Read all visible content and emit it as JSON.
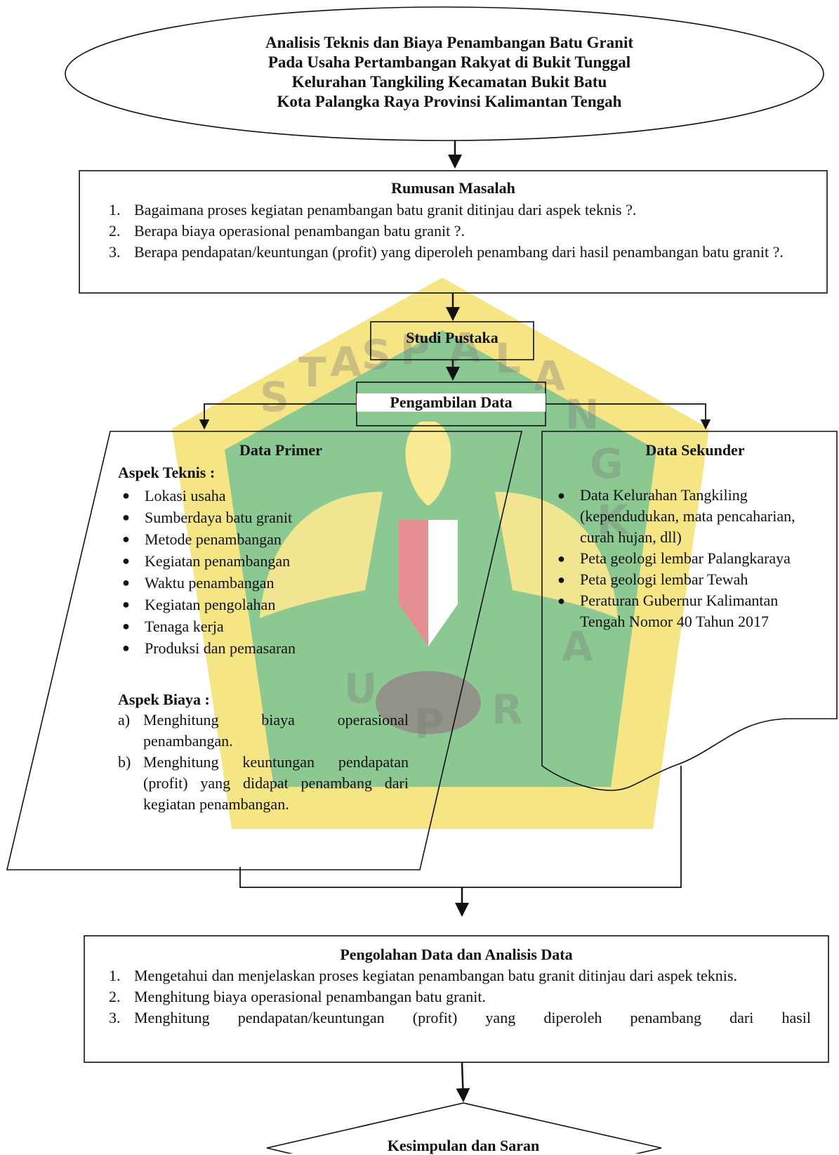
{
  "title": {
    "lines": [
      "Analisis Teknis dan Biaya Penambangan Batu Granit",
      "Pada Usaha Pertambangan Rakyat di Bukit Tunggal",
      "Kelurahan Tangkiling Kecamatan Bukit Batu",
      "Kota Palangka Raya Provinsi Kalimantan Tengah"
    ]
  },
  "rumusan": {
    "heading": "Rumusan Masalah",
    "items": [
      {
        "num": "1.",
        "text": "Bagaimana proses kegiatan penambangan batu granit ditinjau dari aspek teknis ?."
      },
      {
        "num": "2.",
        "text": "Berapa biaya operasional penambangan batu granit ?."
      },
      {
        "num": "3.",
        "text": "Berapa pendapatan/keuntungan (profit) yang diperoleh penambang dari hasil penambangan batu granit ?."
      }
    ]
  },
  "studi_pustaka": "Studi Pustaka",
  "pengambilan_data": "Pengambilan Data",
  "data_primer": {
    "heading": "Data Primer",
    "aspek_teknis_label": "Aspek Teknis :",
    "teknis_items": [
      "Lokasi usaha",
      "Sumberdaya batu granit",
      "Metode penambangan",
      "Kegiatan penambangan",
      "Waktu penambangan",
      "Kegiatan pengolahan",
      "Tenaga kerja",
      "Produksi dan pemasaran"
    ],
    "aspek_biaya_label": "Aspek Biaya :",
    "biaya_items": [
      {
        "num": "a)",
        "text": "Menghitung biaya operasional penambangan."
      },
      {
        "num": "b)",
        "text": "Menghitung keuntungan pendapatan (profit) yang didapat penambang dari kegiatan penambangan."
      }
    ]
  },
  "data_sekunder": {
    "heading": "Data Sekunder",
    "items": [
      "Data Kelurahan Tangkiling (kependudukan, mata pencaharian, curah hujan, dll)",
      "Peta geologi lembar Palangkaraya",
      "Peta geologi lembar Tewah",
      "Peraturan Gubernur Kalimantan Tengah Nomor 40 Tahun 2017"
    ]
  },
  "pengolahan": {
    "heading": "Pengolahan Data dan Analisis Data",
    "items": [
      {
        "num": "1.",
        "text": "Mengetahui dan menjelaskan proses kegiatan penambangan batu granit ditinjau dari aspek teknis."
      },
      {
        "num": "2.",
        "text": "Menghitung biaya operasional penambangan batu granit."
      },
      {
        "num": "3.",
        "text": "Menghitung pendapatan/keuntungan (profit) yang diperoleh penambang dari hasil"
      }
    ]
  },
  "kesimpulan": "Kesimpulan dan Saran",
  "watermark": {
    "letters": [
      "S",
      "T",
      "A",
      "S",
      "P",
      "A",
      "L",
      "A",
      "N",
      "G",
      "K",
      "A",
      "R",
      "P",
      "U"
    ],
    "colors": {
      "green": "#2f9e3a",
      "yellow": "#f0d020",
      "red": "#d0343a"
    }
  },
  "colors": {
    "line": "#111111",
    "text_green": "#0c5a1a"
  }
}
